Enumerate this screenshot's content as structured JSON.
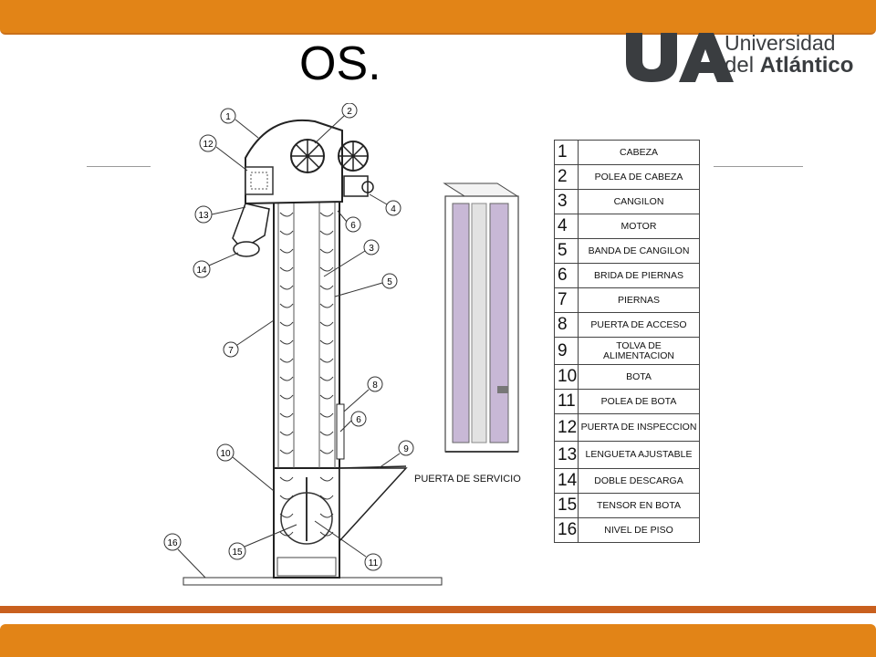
{
  "slide": {
    "title": "OS.",
    "colors": {
      "bar": "#e28417",
      "bar_dark": "#c9601e"
    }
  },
  "logo": {
    "mark": "UA",
    "line1": "Universidad",
    "line2_prefix": "del ",
    "line2_bold": "Atlántico"
  },
  "diagram": {
    "callouts": [
      "1",
      "2",
      "3",
      "4",
      "5",
      "6",
      "7",
      "8",
      "9",
      "10",
      "11",
      "12",
      "13",
      "14",
      "15",
      "16"
    ],
    "service_door_label": "PUERTA DE SERVICIO"
  },
  "legend": [
    {
      "num": "1",
      "label": "CABEZA"
    },
    {
      "num": "2",
      "label": "POLEA DE CABEZA"
    },
    {
      "num": "3",
      "label": "CANGILON"
    },
    {
      "num": "4",
      "label": "MOTOR"
    },
    {
      "num": "5",
      "label": "BANDA DE CANGILON"
    },
    {
      "num": "6",
      "label": "BRIDA DE PIERNAS"
    },
    {
      "num": "7",
      "label": "PIERNAS"
    },
    {
      "num": "8",
      "label": "PUERTA DE ACCESO"
    },
    {
      "num": "9",
      "label": "TOLVA DE ALIMENTACION"
    },
    {
      "num": "10",
      "label": "BOTA"
    },
    {
      "num": "11",
      "label": "POLEA DE BOTA"
    },
    {
      "num": "12",
      "label": "PUERTA DE INSPECCION"
    },
    {
      "num": "13",
      "label": "LENGUETA AJUSTABLE"
    },
    {
      "num": "14",
      "label": "DOBLE DESCARGA"
    },
    {
      "num": "15",
      "label": "TENSOR EN BOTA"
    },
    {
      "num": "16",
      "label": "NIVEL DE PISO"
    }
  ]
}
